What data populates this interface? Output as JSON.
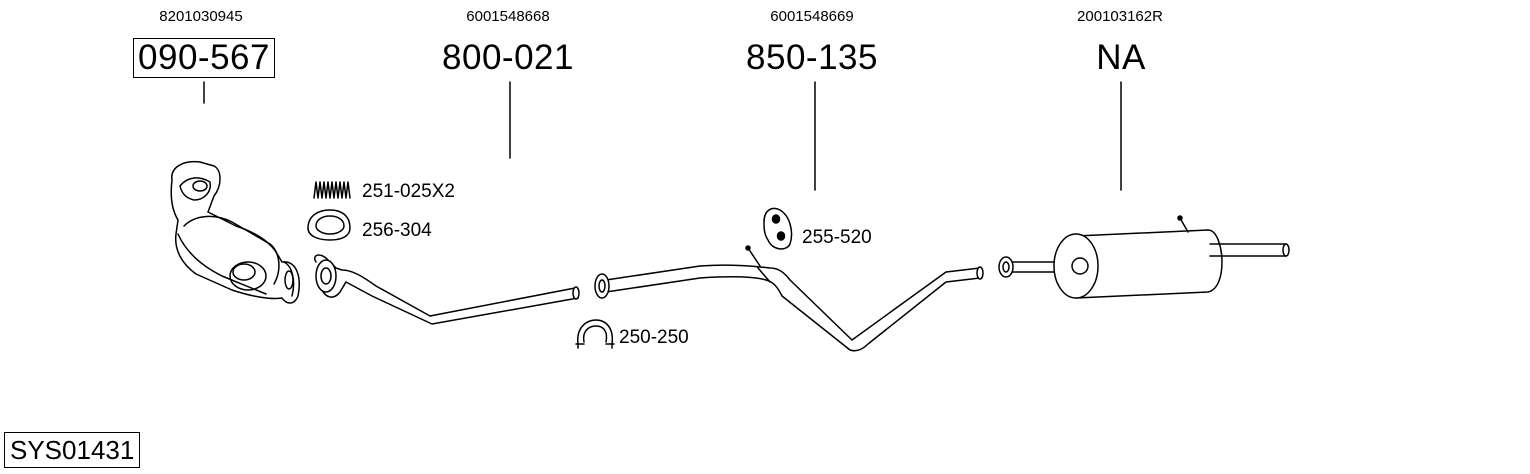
{
  "groups": [
    {
      "oem": "8201030945",
      "part": "090-567",
      "boxed": true
    },
    {
      "oem": "6001548668",
      "part": "800-021",
      "boxed": false
    },
    {
      "oem": "6001548669",
      "part": "850-135",
      "boxed": false
    },
    {
      "oem": "200103162R",
      "part": "NA",
      "boxed": false
    }
  ],
  "accessories": {
    "spring": "251-025X2",
    "gasket": "256-304",
    "hanger": "255-520",
    "clamp": "250-250"
  },
  "system_code": "SYS01431"
}
